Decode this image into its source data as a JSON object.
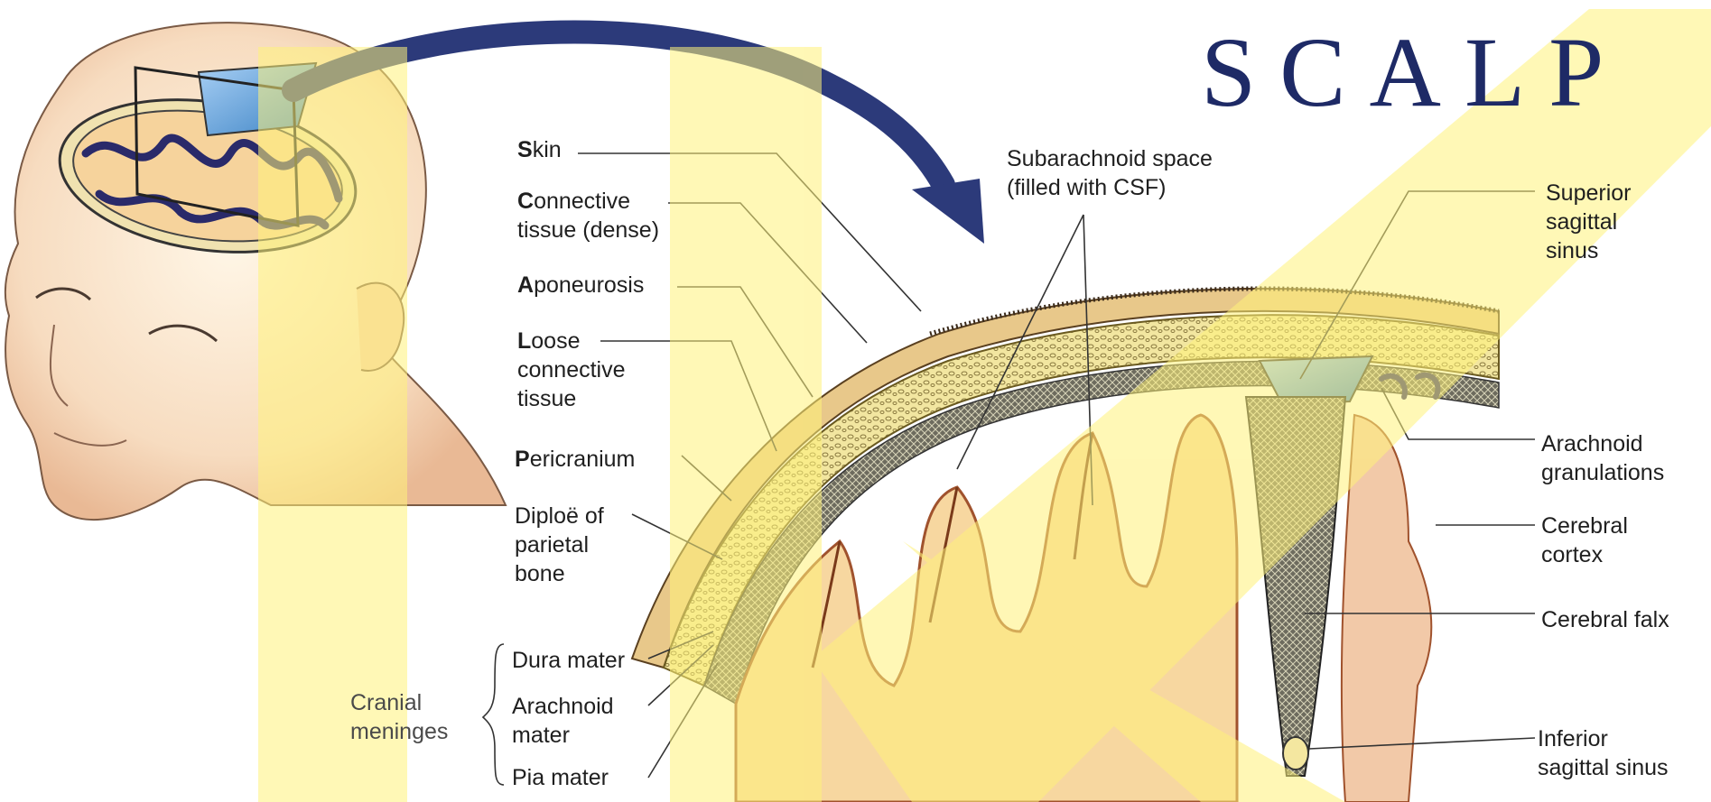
{
  "title": "SCALP",
  "colors": {
    "title": "#1e2a66",
    "arrow": "#2c3a7a",
    "highlight": "#fff27a",
    "csf": "#6fa8dc",
    "bone": "#efe28a",
    "cortex": "#f2c9a8",
    "gyri": "#f7d7a0"
  },
  "labels": {
    "skin": {
      "initial": "S",
      "rest": "kin"
    },
    "connective": {
      "initial": "C",
      "rest": "onnective\ntissue (dense)"
    },
    "aponeurosis": {
      "initial": "A",
      "rest": "poneurosis"
    },
    "loose": {
      "initial": "L",
      "rest": "oose\nconnective\ntissue"
    },
    "pericranium": {
      "initial": "P",
      "rest": "ericranium"
    },
    "diploe": "Diploë of\nparietal\nbone",
    "cranial_meninges": "Cranial\nmeninges",
    "dura": "Dura mater",
    "arachnoid_mater": "Arachnoid\nmater",
    "pia": "Pia mater",
    "subarachnoid": "Subarachnoid space\n(filled with CSF)",
    "superior_sinus": "Superior\nsagittal\nsinus",
    "granulations": "Arachnoid\ngranulations",
    "cortex": "Cerebral\ncortex",
    "falx": "Cerebral falx",
    "inferior_sinus": "Inferior\nsagittal sinus"
  }
}
